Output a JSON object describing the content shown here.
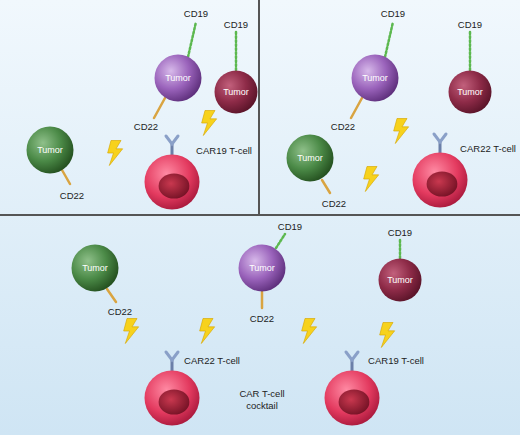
{
  "diagram": {
    "nodes": [
      {
        "text": [
          "Tumor"
        ]
      },
      {
        "text": [
          "Tumor"
        ]
      },
      {
        "text": [
          "Tumor"
        ]
      },
      {
        "text": [
          "CAR19 T-cell"
        ]
      },
      {
        "text": [
          "Tumor"
        ]
      },
      {
        "text": [
          "Tumor"
        ]
      },
      {
        "text": [
          "Tumor"
        ]
      },
      {
        "text": [
          "CAR22 T-cell"
        ]
      },
      {
        "text": [
          "Tumor"
        ]
      },
      {
        "text": [
          "Tumor"
        ]
      },
      {
        "text": [
          "Tumor"
        ]
      },
      {
        "text": [
          "CAR22 T-cell"
        ]
      },
      {
        "text": [
          "CAR19 T-cell"
        ]
      }
    ],
    "labels": [
      "CD19",
      "CD19",
      "CD22",
      "CD22",
      "CD19",
      "CD19",
      "CD22",
      "CD22",
      "CD22",
      "CD19",
      "CD22",
      "CD19",
      "CAR T-cell cocktail"
    ]
  }
}
